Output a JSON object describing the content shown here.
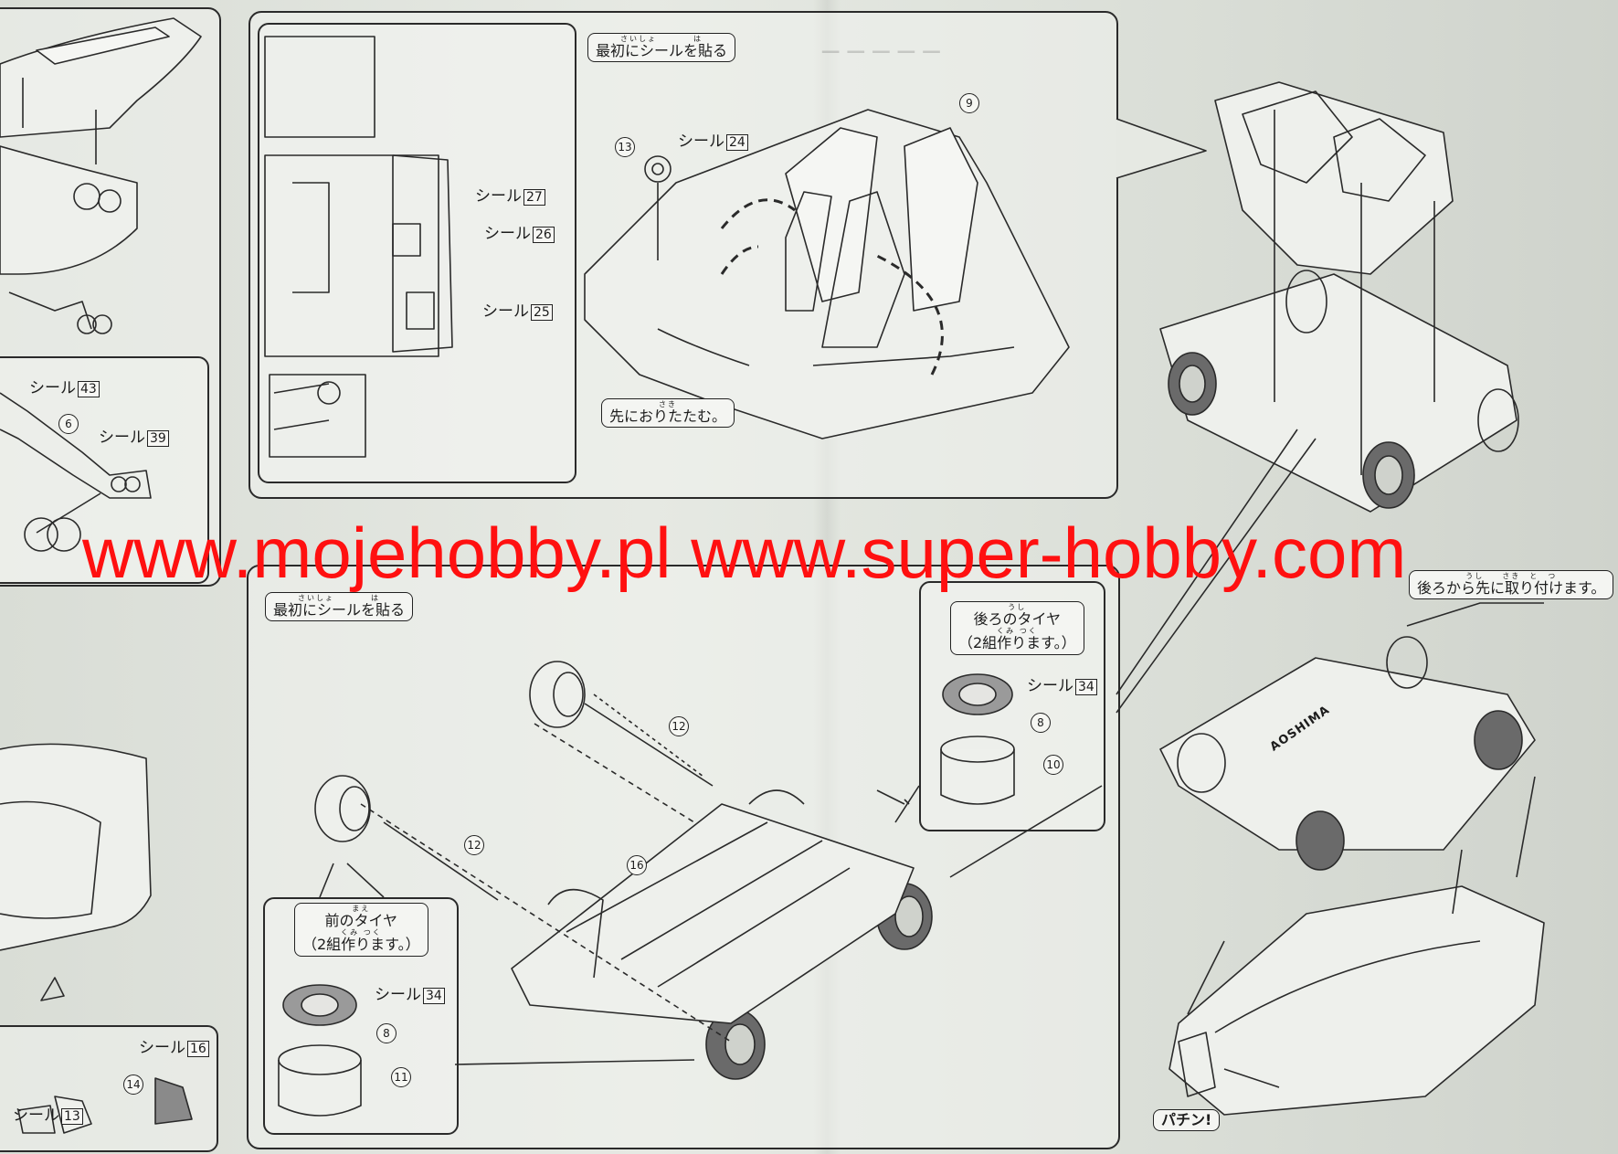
{
  "step_top": {
    "callout_first_sticker": {
      "ruby": "さいしょ　　　　は",
      "text": "最初にシールを貼る"
    },
    "callout_fold": {
      "ruby": "さき",
      "text": "先におりたたむ。"
    },
    "stickers": [
      {
        "prefix": "シール",
        "number": "24"
      },
      {
        "prefix": "シール",
        "number": "27"
      },
      {
        "prefix": "シール",
        "number": "26"
      },
      {
        "prefix": "シール",
        "number": "25"
      }
    ],
    "parts": [
      "13",
      "9"
    ]
  },
  "step_left": {
    "stickers": [
      {
        "prefix": "シール",
        "number": "43"
      },
      {
        "prefix": "シール",
        "number": "39"
      },
      {
        "prefix": "シール",
        "number": "16"
      },
      {
        "prefix": "シール",
        "number": "13"
      }
    ],
    "parts": [
      "6",
      "14"
    ]
  },
  "step_bottom": {
    "callout_first_sticker": {
      "ruby": "さいしょ　　　　は",
      "text": "最初にシールを貼る"
    },
    "callout_rear_tires": {
      "ruby": "うし",
      "line1": "後ろのタイヤ",
      "ruby2": "くみ つく",
      "line2": "（2組作ります。）"
    },
    "callout_front_tires": {
      "ruby": "まえ",
      "line1": "前のタイヤ",
      "ruby2": "くみ つく",
      "line2": "（2組作ります。）"
    },
    "stickers": [
      {
        "prefix": "シール",
        "number": "34"
      },
      {
        "prefix": "シール",
        "number": "34"
      }
    ],
    "parts": [
      "12",
      "12",
      "16",
      "8",
      "10",
      "8",
      "11"
    ]
  },
  "step_right": {
    "callout_attach": {
      "ruby": "うし　　さき　と　つ",
      "text": "後ろから先に取り付けます。"
    },
    "callout_snap": {
      "text": "パチン!"
    },
    "chassis_brand": "AOSHIMA"
  },
  "watermark": "www.mojehobby.pl www.super-hobby.com"
}
